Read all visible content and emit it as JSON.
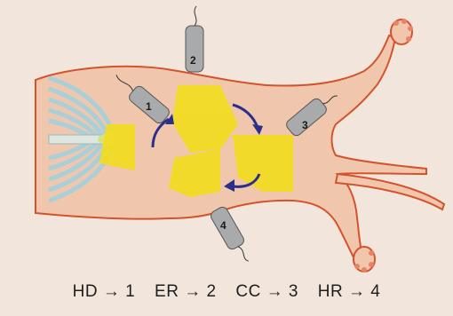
{
  "diagram": {
    "probe_labels": [
      "1",
      "2",
      "3",
      "4"
    ],
    "legend": [
      {
        "code": "HD",
        "arrow": "→",
        "probe": "1"
      },
      {
        "code": "ER",
        "arrow": "→",
        "probe": "2"
      },
      {
        "code": "CC",
        "arrow": "→",
        "probe": "3"
      },
      {
        "code": "HR",
        "arrow": "→",
        "probe": "4"
      }
    ],
    "colors": {
      "skin": "#f0c7ad",
      "outline": "#d4532c",
      "highlight": "#f2dc1f",
      "arrow": "#2b2f8a",
      "probe": "#a9aaab",
      "rib": "#a9cfd8"
    }
  }
}
